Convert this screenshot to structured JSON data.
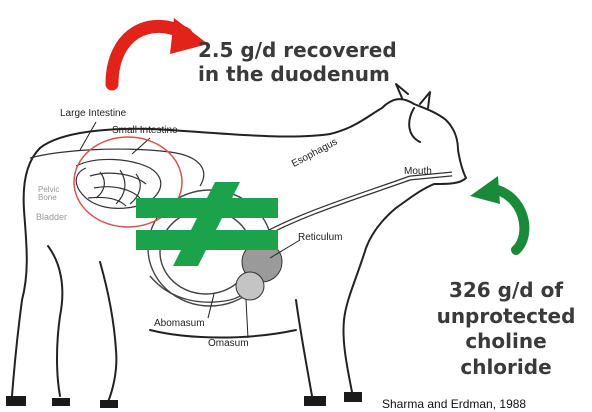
{
  "callouts": {
    "recovered": [
      "2.5 g/d recovered",
      "in the duodenum"
    ],
    "intake": [
      "326 g/d of",
      "unprotected",
      "choline chloride"
    ]
  },
  "parts": {
    "large_intestine": "Large Intestine",
    "small_intestine": "Small Intestine",
    "esophagus": "Esophagus",
    "mouth": "Mouth",
    "reticulum": "Reticulum",
    "abomasum": "Abomasum",
    "omasum": "Omasum",
    "bladder": "Bladder",
    "pelvic_bone": "Pelvic Bone"
  },
  "citation": "Sharma and Erdman, 1988",
  "colors": {
    "red_arrow": "#e2231a",
    "green_arrow": "#1a8a3a",
    "not_equal_sign": "#1ca24a",
    "highlight_circle": "#d9534f"
  }
}
